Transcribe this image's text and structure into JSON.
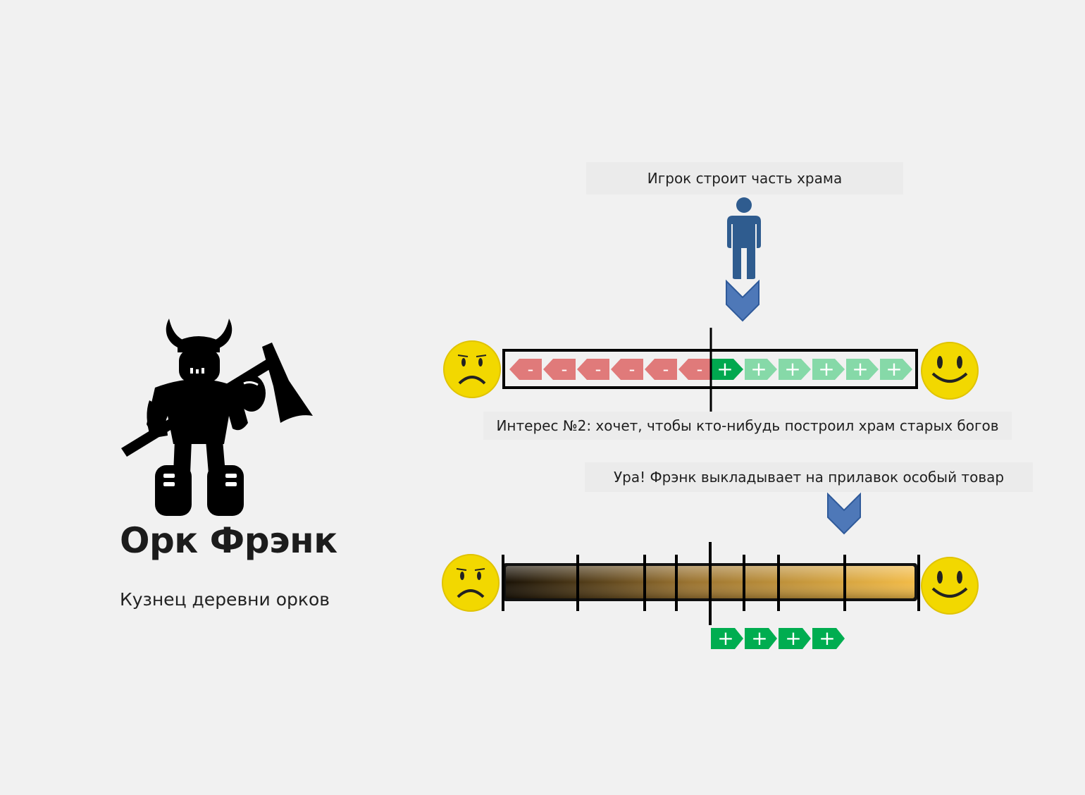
{
  "character": {
    "name": "Орк Фрэнк",
    "role": "Кузнец деревни орков",
    "icon": "orc-warrior-icon"
  },
  "captions": {
    "player_action": "Игрок строит часть храма",
    "interest": "Интерес №2: хочет, чтобы кто-нибудь построил храм старых богов",
    "outcome": "Ура! Фрэнк выкладывает на прилавок особый товар"
  },
  "interest_scale": {
    "negative_segments": [
      "-",
      "-",
      "-",
      "-",
      "-",
      "-"
    ],
    "positive_segments": [
      "+",
      "+",
      "+",
      "+",
      "+",
      "+"
    ],
    "active_positive": 1,
    "left_icon": "sad-face-icon",
    "right_icon": "happy-face-icon",
    "player_icon": "person-icon",
    "marker_icon": "chevron-down-icon"
  },
  "mood_scale": {
    "gained_segments": [
      "+",
      "+",
      "+",
      "+"
    ],
    "left_icon": "sad-face-icon",
    "right_icon": "happy-face-icon",
    "marker_icon": "chevron-down-icon"
  },
  "colors": {
    "negative": "#e07a7a",
    "positive_active": "#00a84f",
    "positive_light": "#86d9a8",
    "gained": "#00ad50",
    "bar_dark": "#1a1206",
    "bar_light": "#f2bb47",
    "marker": "#4e78b8",
    "face": "#f5dc00"
  }
}
